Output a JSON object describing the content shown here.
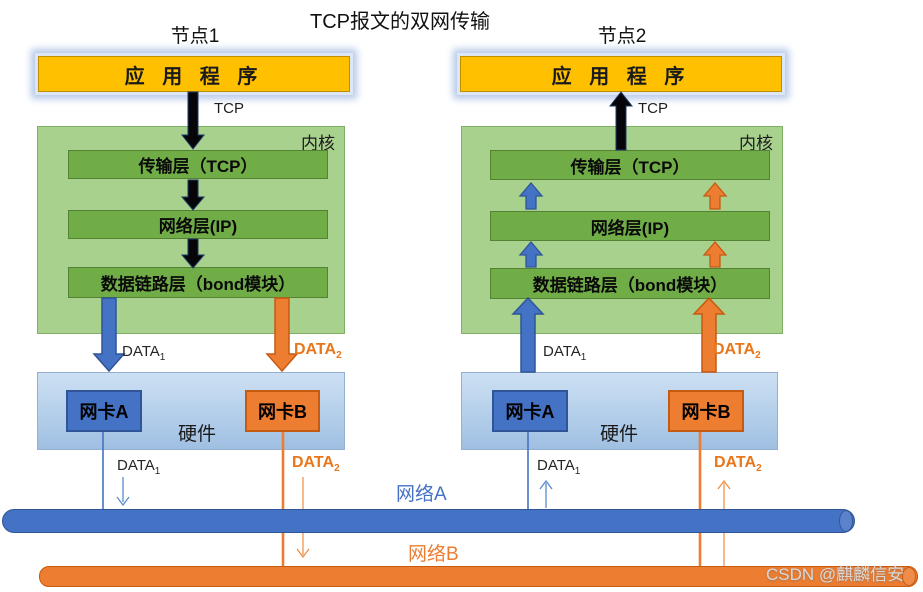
{
  "title": "TCP报文的双网传输",
  "node1": {
    "name": "节点1",
    "app_label": "应 用 程 序",
    "kernel_label": "内核",
    "transport_label": "传输层（TCP）",
    "network_label": "网络层(IP)",
    "datalink_label": "数据链路层（bond模块）",
    "hardware_label": "硬件",
    "nic_a_label": "网卡A",
    "nic_b_label": "网卡B"
  },
  "node2": {
    "name": "节点2",
    "app_label": "应 用 程 序",
    "kernel_label": "内核",
    "transport_label": "传输层（TCP）",
    "network_label": "网络层(IP)",
    "datalink_label": "数据链路层（bond模块）",
    "hardware_label": "硬件",
    "nic_a_label": "网卡A",
    "nic_b_label": "网卡B"
  },
  "arrow_labels": {
    "tcp": "TCP",
    "data": "DATA",
    "data1_sub": "1",
    "data2_sub": "2"
  },
  "networks": {
    "a_label": "网络A",
    "b_label": "网络B"
  },
  "watermark": "CSDN @麒麟信安",
  "colors": {
    "app_fill": "#FFC000",
    "kernel_fill": "#A9D18E",
    "layer_fill": "#70AD47",
    "hardware_fill": "#BDD7EE",
    "blue": "#4472C4",
    "orange": "#ED7D31",
    "black_arrow": "#000000"
  }
}
